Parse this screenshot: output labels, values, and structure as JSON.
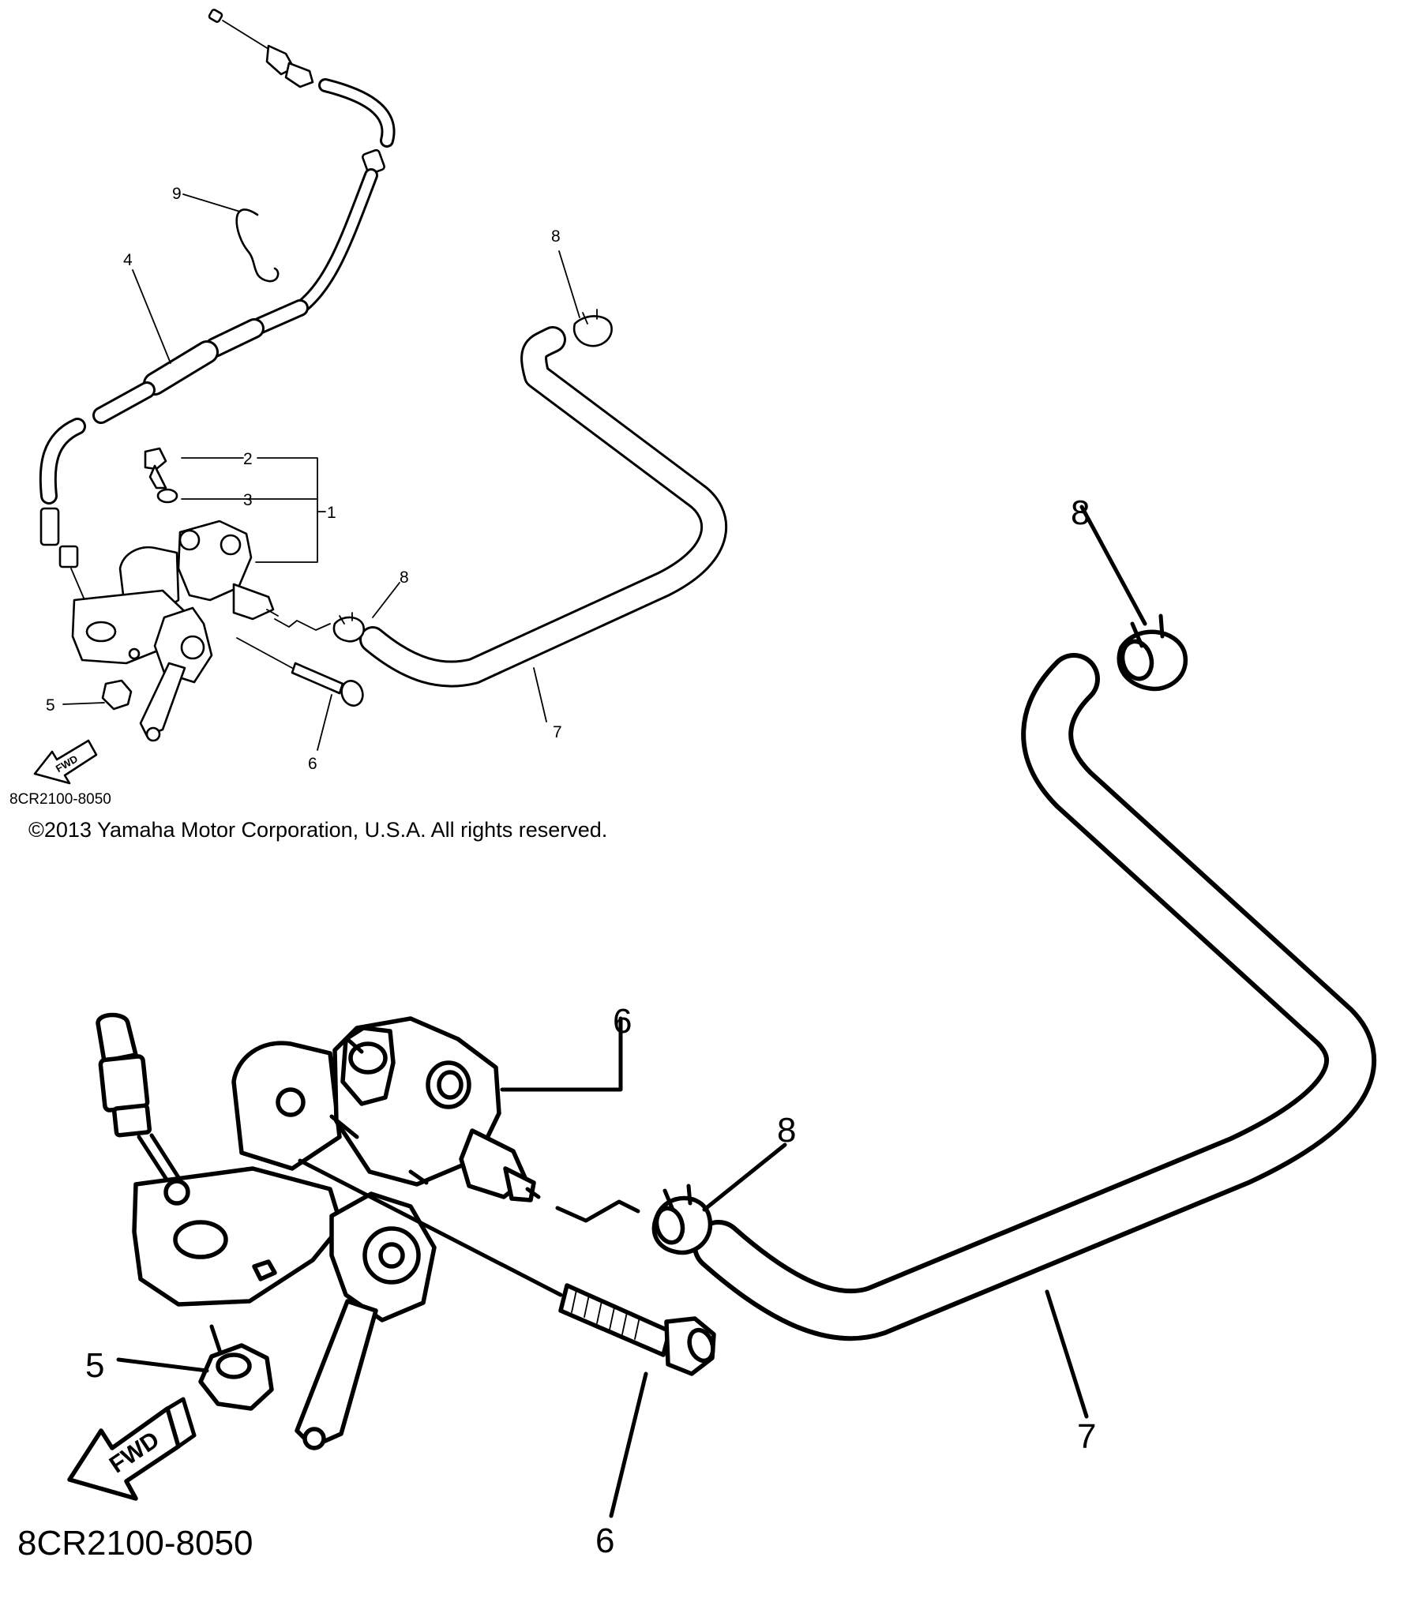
{
  "callouts_small": {
    "c1": "1",
    "c2": "2",
    "c3": "3",
    "c4": "4",
    "c5": "5",
    "c6": "6",
    "c7": "7",
    "c8a": "8",
    "c8b": "8",
    "c9": "9"
  },
  "callouts_large": {
    "c5": "5",
    "c6a": "6",
    "c6b": "6",
    "c7": "7",
    "c8a": "8",
    "c8b": "8"
  },
  "fwd_label": "FWD",
  "diagram_code_small": "8CR2100-8050",
  "copyright": "©2013 Yamaha Motor Corporation, U.S.A. All rights reserved.",
  "diagram_code_large": "8CR2100-8050"
}
